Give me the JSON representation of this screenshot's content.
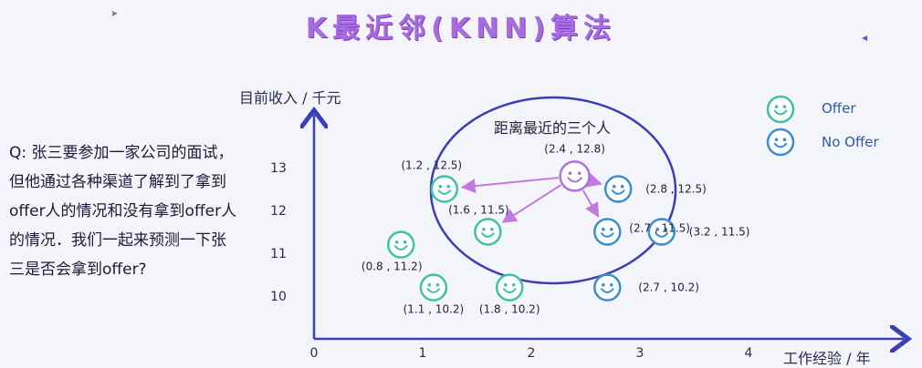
{
  "title": "K最近邻(KNN)算法",
  "question": "Q: 张三要参加一家公司的面试，但他通过各种渠道了解到了拿到offer人的情况和没有拿到offer人的情况．我们一起来预测一下张三是否会拿到offer?",
  "annotation": "距离最近的三个人",
  "legend": [
    {
      "label": "Offer",
      "color": "#3fc2a6",
      "class": "offer"
    },
    {
      "label": "No Offer",
      "color": "#3a8fd0",
      "class": "nooffer"
    }
  ],
  "colors": {
    "offer": "#3fc2a6",
    "nooffer": "#3a8fd0",
    "target": "#b070e0",
    "axis": "#3a3fb5",
    "circle": "#3a3fb5",
    "arrows": "#c07ae0"
  },
  "chart_data": {
    "type": "scatter",
    "xlabel": "工作经验 / 年",
    "ylabel": "目前收入 / 千元",
    "x_ticks": [
      "0",
      "1",
      "2",
      "3",
      "4"
    ],
    "y_ticks": [
      "10",
      "11",
      "12",
      "13"
    ],
    "points": [
      {
        "x": 2.4,
        "y": 12.8,
        "label": "(2.4 , 12.8)",
        "class": "target"
      },
      {
        "x": 1.2,
        "y": 12.5,
        "label": "(1.2 , 12.5)",
        "class": "offer"
      },
      {
        "x": 1.6,
        "y": 11.5,
        "label": "(1.6 , 11.5)",
        "class": "offer"
      },
      {
        "x": 0.8,
        "y": 11.2,
        "label": "(0.8 , 11.2)",
        "class": "offer"
      },
      {
        "x": 1.1,
        "y": 10.2,
        "label": "(1.1 , 10.2)",
        "class": "offer"
      },
      {
        "x": 1.8,
        "y": 10.2,
        "label": "(1.8 , 10.2)",
        "class": "offer"
      },
      {
        "x": 2.8,
        "y": 12.5,
        "label": "(2.8 , 12.5)",
        "class": "nooffer"
      },
      {
        "x": 3.2,
        "y": 11.5,
        "label": "(3.2 , 11.5)",
        "class": "nooffer"
      },
      {
        "x": 2.7,
        "y": 11.5,
        "label": "(2.7 , 11.5)",
        "class": "nooffer"
      },
      {
        "x": 2.7,
        "y": 10.2,
        "label": "(2.7 , 10.2)",
        "class": "nooffer"
      }
    ],
    "neighbors": [
      "(1.2 , 12.5)",
      "(1.6 , 11.5)",
      "(2.7 , 11.5)"
    ]
  }
}
